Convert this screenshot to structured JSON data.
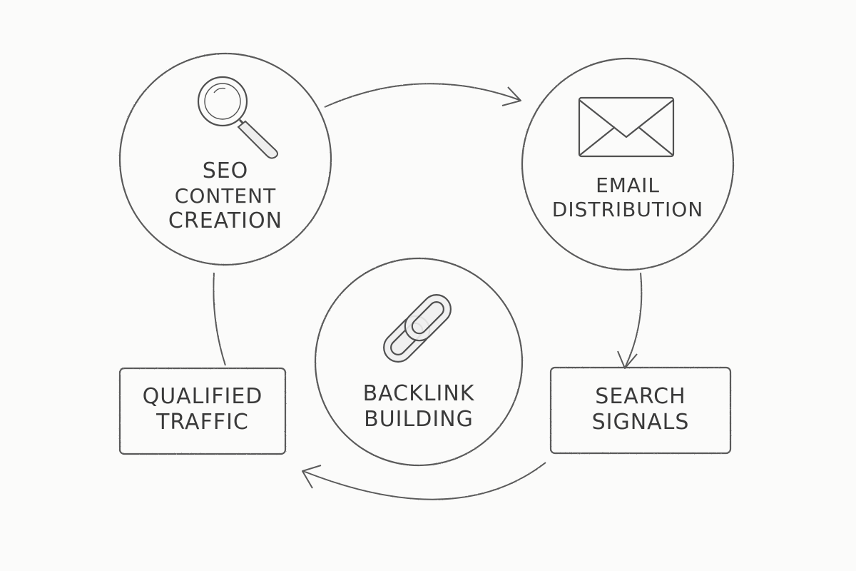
{
  "nodes": {
    "seo": {
      "line1": "SEO",
      "line2": "CONTENT",
      "line3": "CREATION",
      "icon": "magnifier-icon"
    },
    "email": {
      "line1": "EMAIL",
      "line2": "DISTRIBUTION",
      "icon": "envelope-icon"
    },
    "backlink": {
      "line1": "BACKLINK",
      "line2": "BUILDING",
      "icon": "chain-link-icon"
    },
    "search": {
      "line1": "SEARCH",
      "line2": "SIGNALS"
    },
    "traffic": {
      "line1": "QUALIFIED",
      "line2": "TRAFFIC"
    }
  },
  "colors": {
    "stroke": "#555555",
    "text": "#3a3a3a",
    "background": "#fbfbfa"
  }
}
